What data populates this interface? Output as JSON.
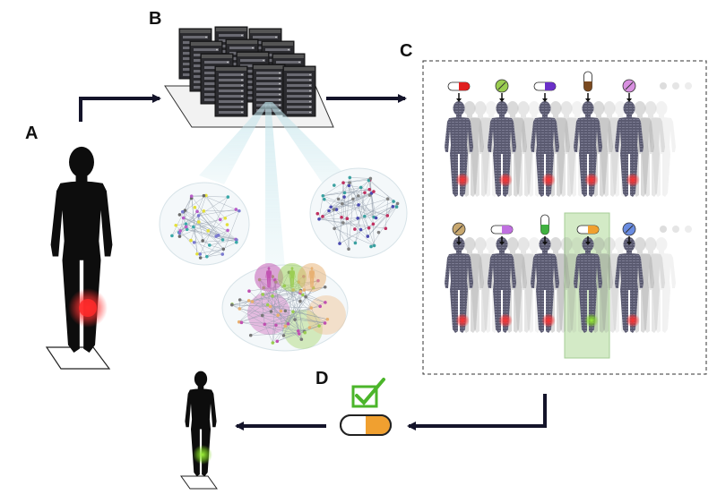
{
  "panels": {
    "a": "A",
    "b": "B",
    "c": "C",
    "d": "D"
  },
  "colors": {
    "silhouette": "#0d0d0d",
    "arrow": "#14142a",
    "patient_body": "#55556a",
    "inflammation": "#e02020",
    "healed": "#7ed321",
    "selected_box": "#cfe8c0",
    "check": "#4bb52a",
    "capsule_orange": "#f0a030"
  },
  "icons": [
    "server-rack-icon",
    "network-graph-icon",
    "human-silhouette-icon",
    "capsule-icon",
    "tablet-pill-icon",
    "checkmark-box-icon"
  ]
}
